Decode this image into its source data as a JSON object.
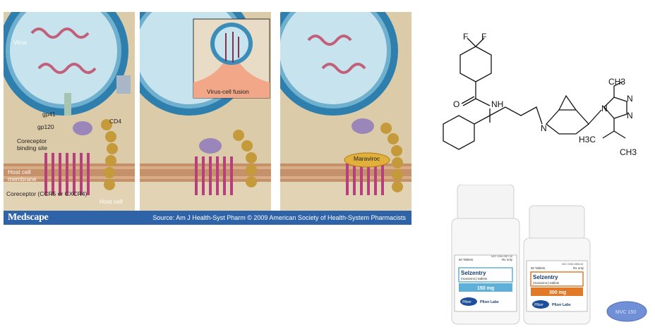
{
  "figure": {
    "labels": {
      "virus": "Virus",
      "gp41": "gp41",
      "gp120": "gp120",
      "cd4": "CD4",
      "coreceptor_binding_site": "Coreceptor binding site",
      "host_cell_membrane": "Host cell membrane",
      "coreceptor": "Coreceptor (CCR5 or CXCR4)",
      "host_cell": "Host cell",
      "virus_cell_fusion": "Virus-cell fusion",
      "maraviroc": "Maraviroc"
    },
    "footer": {
      "brand": "Medscape",
      "source": "Source: Am J Health-Syst Pharm © 2009 American Society of Health-System Pharmacists"
    }
  },
  "structure": {
    "atoms": {
      "f1": "F",
      "f2": "F",
      "o": "O",
      "nh": "NH",
      "n_bridge": "N",
      "n1": "N",
      "n2": "N",
      "n3": "N",
      "ch3_top": "CH3",
      "ch3_bottom": "CH3",
      "h3c": "H3C"
    }
  },
  "bottles": {
    "left": {
      "count": "60 Tablets",
      "rx": "Rx only",
      "ndc": "NDC 0069-0807-60",
      "brand": "Selzentry",
      "generic": "(maraviroc) tablets",
      "strength": "150 mg",
      "maker": "Pfizer",
      "labs": "Pfizer Labs"
    },
    "right": {
      "count": "60 Tablets",
      "rx": "Rx only",
      "ndc": "NDC 0069-0808-60",
      "brand": "Selzentry",
      "generic": "(maraviroc) tablets",
      "strength": "300 mg",
      "maker": "Pfizer",
      "labs": "Pfizer Labs"
    },
    "pill": "MVC 150"
  },
  "colors": {
    "virus": "#3a8db8",
    "cytoplasm": "#d9c9a6",
    "membrane": "#c99874",
    "receptor": "#c24a8a",
    "cd4": "#c49a3a",
    "gp120": "#9a86b8",
    "footer": "#2f63a8",
    "strength_150": "#5fb0d8",
    "strength_300": "#e07a28",
    "pill": "#6f8fd6"
  }
}
